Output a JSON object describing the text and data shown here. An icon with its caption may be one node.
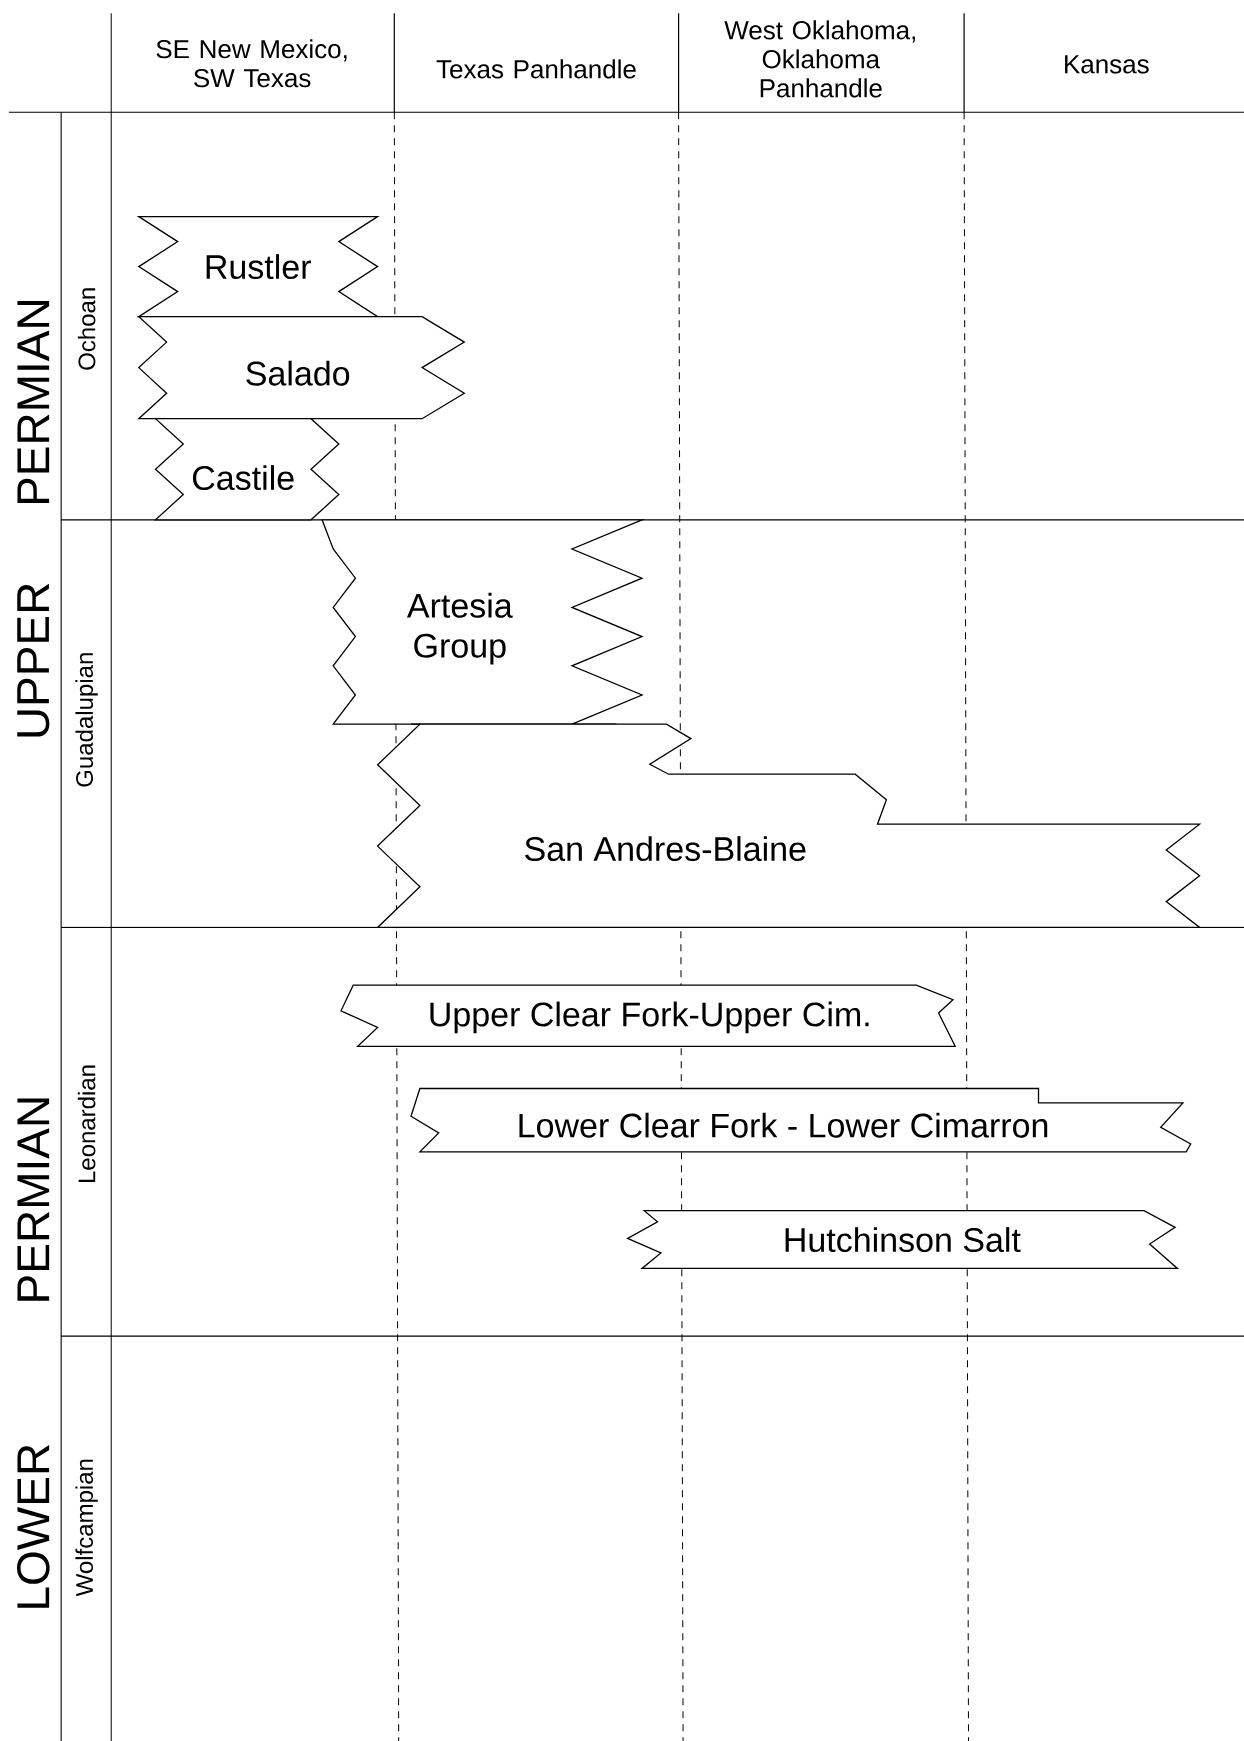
{
  "diagram": {
    "nodes": [
      {
        "text": [
          "Rustler"
        ]
      },
      {
        "text": [
          "Salado"
        ]
      },
      {
        "text": [
          "Castile"
        ]
      },
      {
        "text": [
          "Artesia Group"
        ]
      },
      {
        "text": [
          "San Andres-Blaine"
        ]
      },
      {
        "text": [
          "Upper Clear Fork-Upper Cim."
        ]
      },
      {
        "text": [
          "Lower Clear Fork - Lower Cimarron"
        ]
      },
      {
        "text": [
          "Hutchinson Salt"
        ]
      }
    ],
    "labels": [
      "SE New Mexico, SW Texas",
      "Texas Panhandle",
      "West Oklahoma, Oklahoma Panhandle",
      "Kansas",
      "PERMIAN",
      "UPPER",
      "Ochoan",
      "Guadalupian",
      "PERMIAN",
      "LOWER",
      "Leonardian",
      "Wolfcampian"
    ]
  }
}
